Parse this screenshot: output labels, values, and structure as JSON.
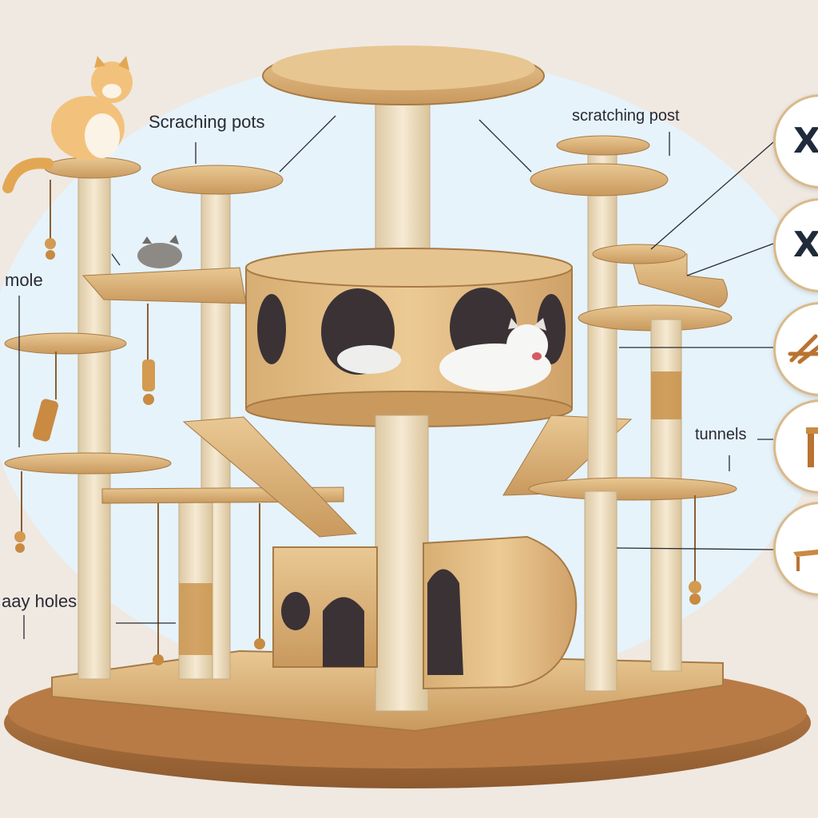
{
  "labels": {
    "scratching_pots": "Scraching pots",
    "scratching_post": "scratching post",
    "mole": "mole",
    "tunnels": "tunnels",
    "play_holes": "aay holes"
  },
  "side_buttons": [
    {
      "glyph": "X",
      "icon": "x-icon"
    },
    {
      "glyph": "X",
      "icon": "x-icon"
    },
    {
      "glyph": "",
      "icon": "deck-chair-icon"
    },
    {
      "glyph": "",
      "icon": "furniture-icon"
    },
    {
      "glyph": "",
      "icon": "bench-icon"
    }
  ],
  "colors": {
    "background": "#efe9e2",
    "halo": "#e6f3fb",
    "wood": "#dcb57f",
    "wood_dark": "#b98a52",
    "sisal": "#efe0c2",
    "base": "#a86f3f"
  }
}
